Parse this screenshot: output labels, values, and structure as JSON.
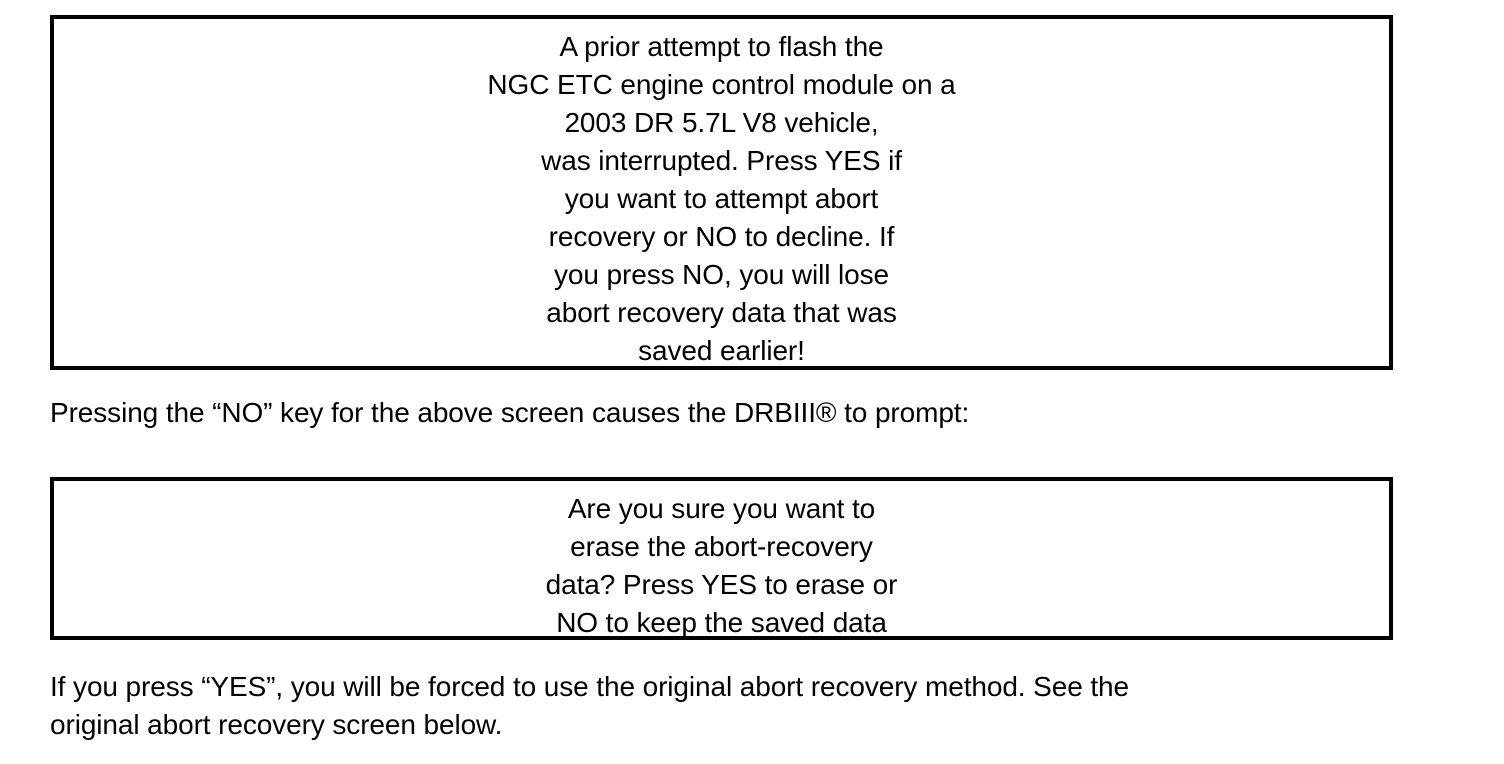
{
  "document": {
    "background_color": "#ffffff",
    "text_color": "#000000",
    "border_color": "#000000"
  },
  "screen_box_1": {
    "name": "abort-recovery-prompt-screen",
    "lines": [
      "A prior attempt to flash the",
      "NGC ETC engine control module on a",
      "2003 DR 5.7L V8 vehicle,",
      "was interrupted. Press YES if",
      "you want to attempt abort",
      "recovery or NO to decline. If",
      "you press NO, you will lose",
      "abort recovery data that was",
      "saved earlier!"
    ]
  },
  "caption_1": {
    "lines": [
      "Pressing the “NO” key for the above screen causes the DRBIII® to prompt:"
    ]
  },
  "screen_box_2": {
    "name": "erase-abort-recovery-confirm-screen",
    "lines": [
      "Are you sure you want to",
      "erase the abort-recovery",
      "data? Press YES to erase or",
      "NO to keep the saved data"
    ]
  },
  "caption_2": {
    "lines": [
      "If you press “YES”, you will be forced to use the original abort recovery method. See the",
      "original abort recovery screen below."
    ]
  }
}
